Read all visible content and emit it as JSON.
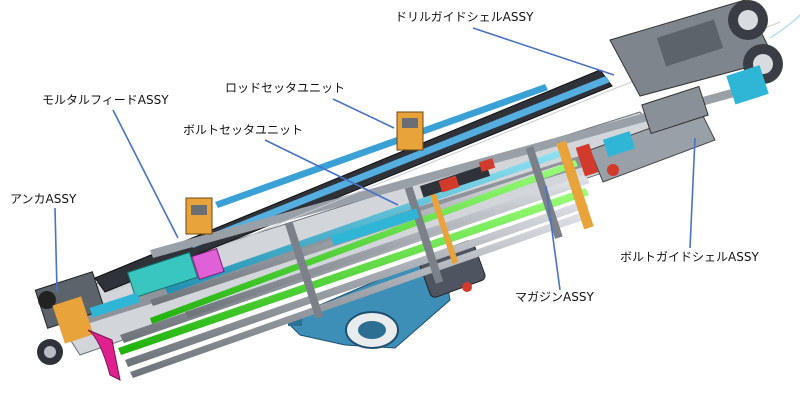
{
  "diagram": {
    "labels": {
      "drill_guide_shell": "ドリルガイドシェルASSY",
      "rod_setter_unit": "ロッドセッタユニット",
      "mortar_feed": "モルタルフィードASSY",
      "bolt_setter_unit": "ボルトセッタユニット",
      "anchor": "アンカASSY",
      "bolt_guide_shell": "ボルトガイドシェルASSY",
      "magazine": "マガジンASSY"
    },
    "colors": {
      "leader_line": "#4a72c4",
      "frame_gray": "#b9bcc2",
      "dark_rail": "#3a3d44",
      "cyan": "#2fb6d6",
      "green": "#39e01c",
      "magenta": "#e0208c",
      "orange": "#e8a33a",
      "red": "#d23a2c",
      "teal_base": "#3e8fb8"
    }
  }
}
